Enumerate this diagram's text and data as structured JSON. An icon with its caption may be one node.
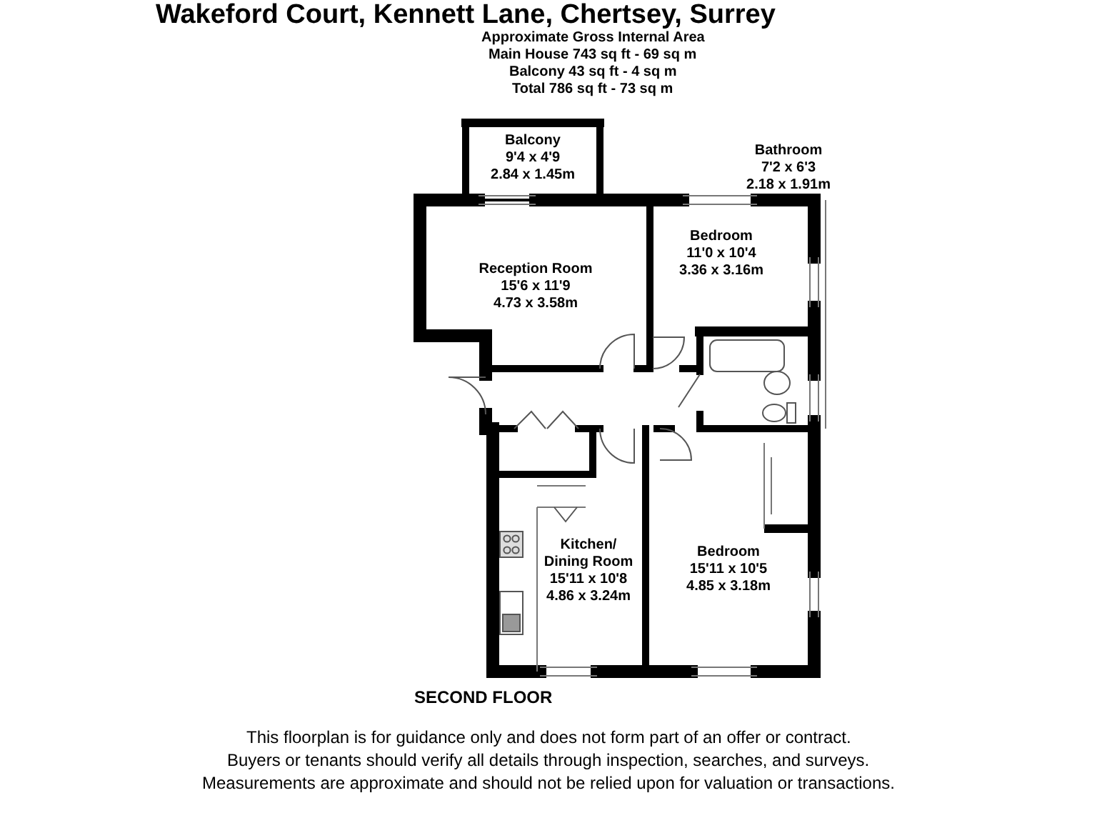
{
  "diagram": {
    "title": "Wakeford Court, Kennett Lane, Chertsey, Surrey",
    "nodes": [
      {
        "text": [
          "Balcony",
          "9'4 x 4'9",
          "2.84 x 1.45m"
        ]
      },
      {
        "text": [
          "Bathroom",
          "7'2 x 6'3",
          "2.18 x 1.91m"
        ]
      },
      {
        "text": [
          "Reception Room",
          "15'6 x 11'9",
          "4.73 x 3.58m"
        ]
      },
      {
        "text": [
          "Bedroom",
          "11'0 x 10'4",
          "3.36 x 3.16m"
        ]
      },
      {
        "text": [
          "Kitchen/ Dining Room",
          "15'11 x 10'8",
          "4.86 x 3.24m"
        ]
      },
      {
        "text": [
          "Bedroom",
          "15'11 x 10'5",
          "4.85 x 3.18m"
        ]
      }
    ],
    "labels": [
      "Approximate Gross Internal Area",
      "Main House 743 sq ft - 69 sq m",
      "Balcony 43 sq ft - 4 sq m",
      "Total 786 sq ft - 73 sq m",
      "SECOND FLOOR",
      "This floorplan is for guidance only and does not form part of an offer or contract.",
      "Buyers or tenants should verify all details through inspection, searches, and surveys.",
      "Measurements are approximate and should not be relied upon for valuation or transactions."
    ]
  }
}
